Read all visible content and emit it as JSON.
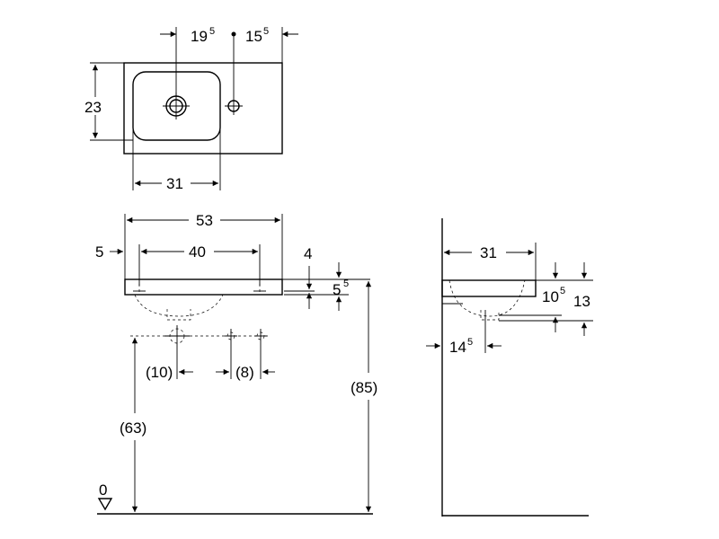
{
  "top_view": {
    "dim_left": "19",
    "dim_left_sup": "5",
    "dim_right": "15",
    "dim_right_sup": "5",
    "dim_height": "23",
    "dim_bowl_width": "31"
  },
  "front_view": {
    "dim_total_width": "53",
    "dim_offset": "5",
    "dim_inner_width": "40",
    "dim_rim": "4",
    "dim_thickness": "5",
    "dim_thickness_sup": "5",
    "dim_trap_left": "(10)",
    "dim_trap_right": "(8)",
    "dim_trap_height": "(63)",
    "dim_total_height": "(85)",
    "floor_label": "0"
  },
  "side_view": {
    "dim_depth": "31",
    "dim_a": "10",
    "dim_a_sup": "5",
    "dim_b": "13",
    "dim_c": "14",
    "dim_c_sup": "5"
  }
}
